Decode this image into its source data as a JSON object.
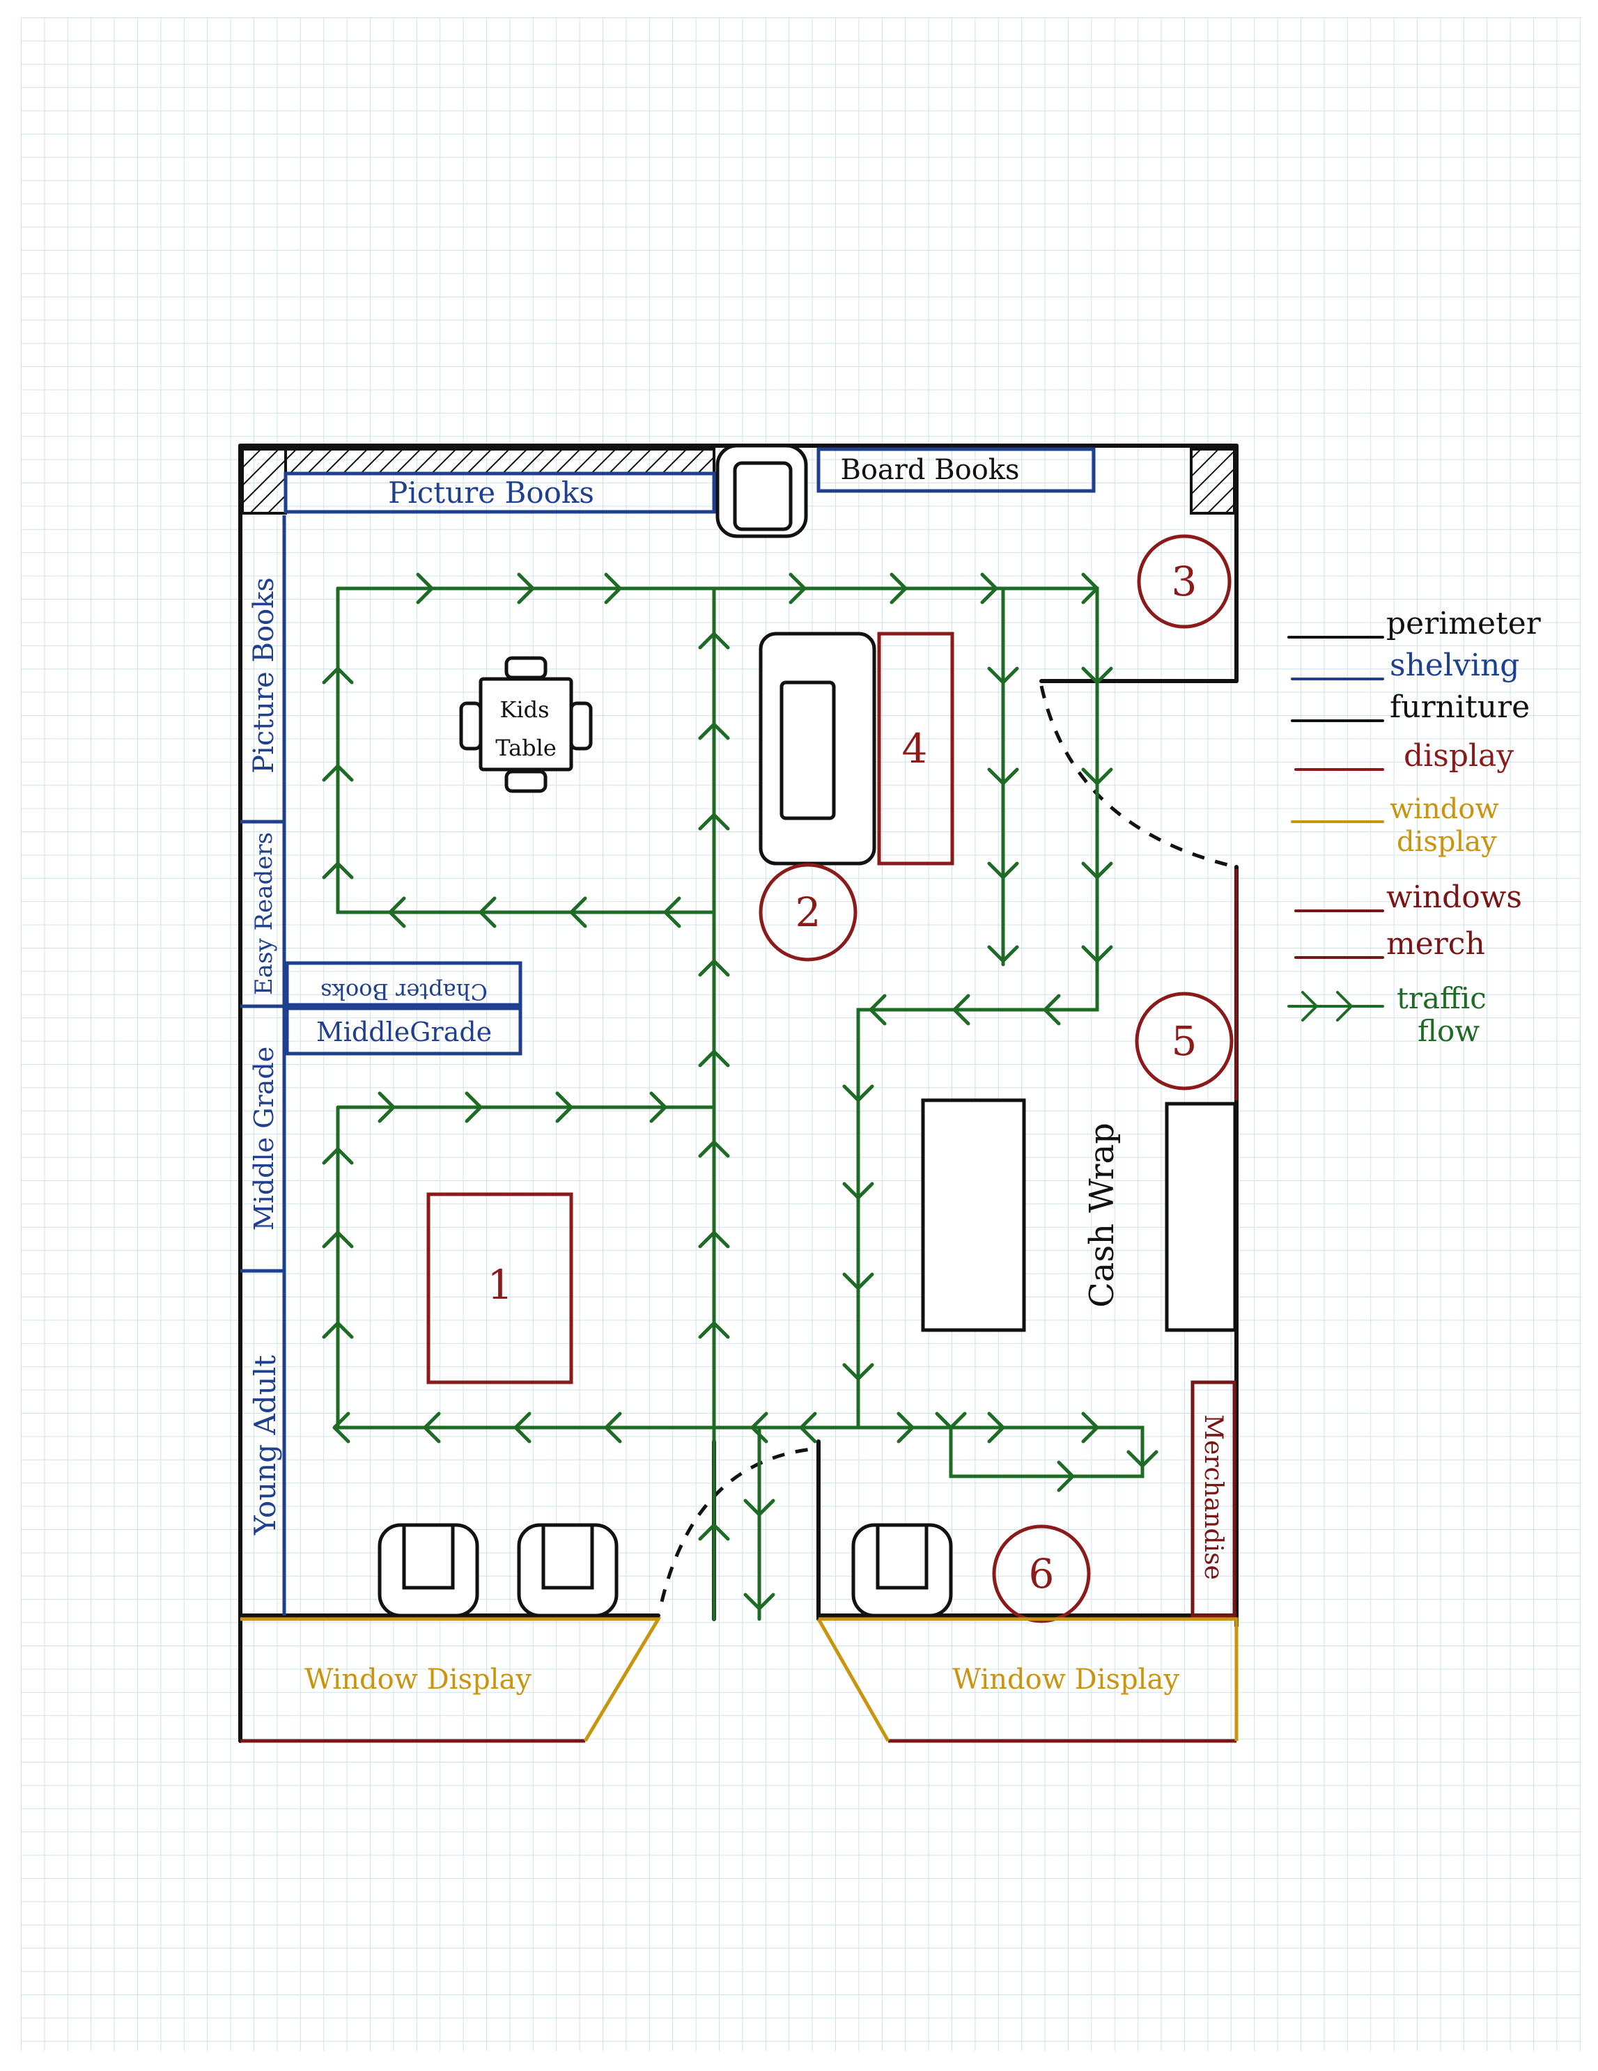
{
  "colors": {
    "perimeter": "#111111",
    "shelving": "#1f3f8f",
    "furniture": "#111111",
    "display": "#8b1a1a",
    "window_display": "#c9950e",
    "windows": "#7a1515",
    "merch": "#7a1515",
    "traffic": "#1d6b25",
    "grid": "#b9d3e0"
  },
  "labels": {
    "picture_books_top": "Picture Books",
    "board_books": "Board Books",
    "picture_books_side": "Picture Books",
    "easy_readers": "Easy Readers",
    "middle_grade_side": "Middle Grade",
    "young_adult": "Young Adult",
    "chapter_books": "Chapter Books",
    "middle_grade_shelf": "MiddleGrade",
    "kids_table_line1": "Kids",
    "kids_table_line2": "Table",
    "cash_wrap": "Cash Wrap",
    "merchandise": "Merchandise",
    "window_display_left": "Window Display",
    "window_display_right": "Window Display"
  },
  "displays": [
    {
      "id": "1"
    },
    {
      "id": "2"
    },
    {
      "id": "3"
    },
    {
      "id": "4"
    },
    {
      "id": "5"
    },
    {
      "id": "6"
    }
  ],
  "legend": {
    "perimeter": "perimeter",
    "shelving": "shelving",
    "furniture": "furniture",
    "display": "display",
    "window_display_1": "window",
    "window_display_2": "display",
    "windows": "windows",
    "merch": "merch",
    "traffic_1": "traffic",
    "traffic_2": "flow"
  }
}
